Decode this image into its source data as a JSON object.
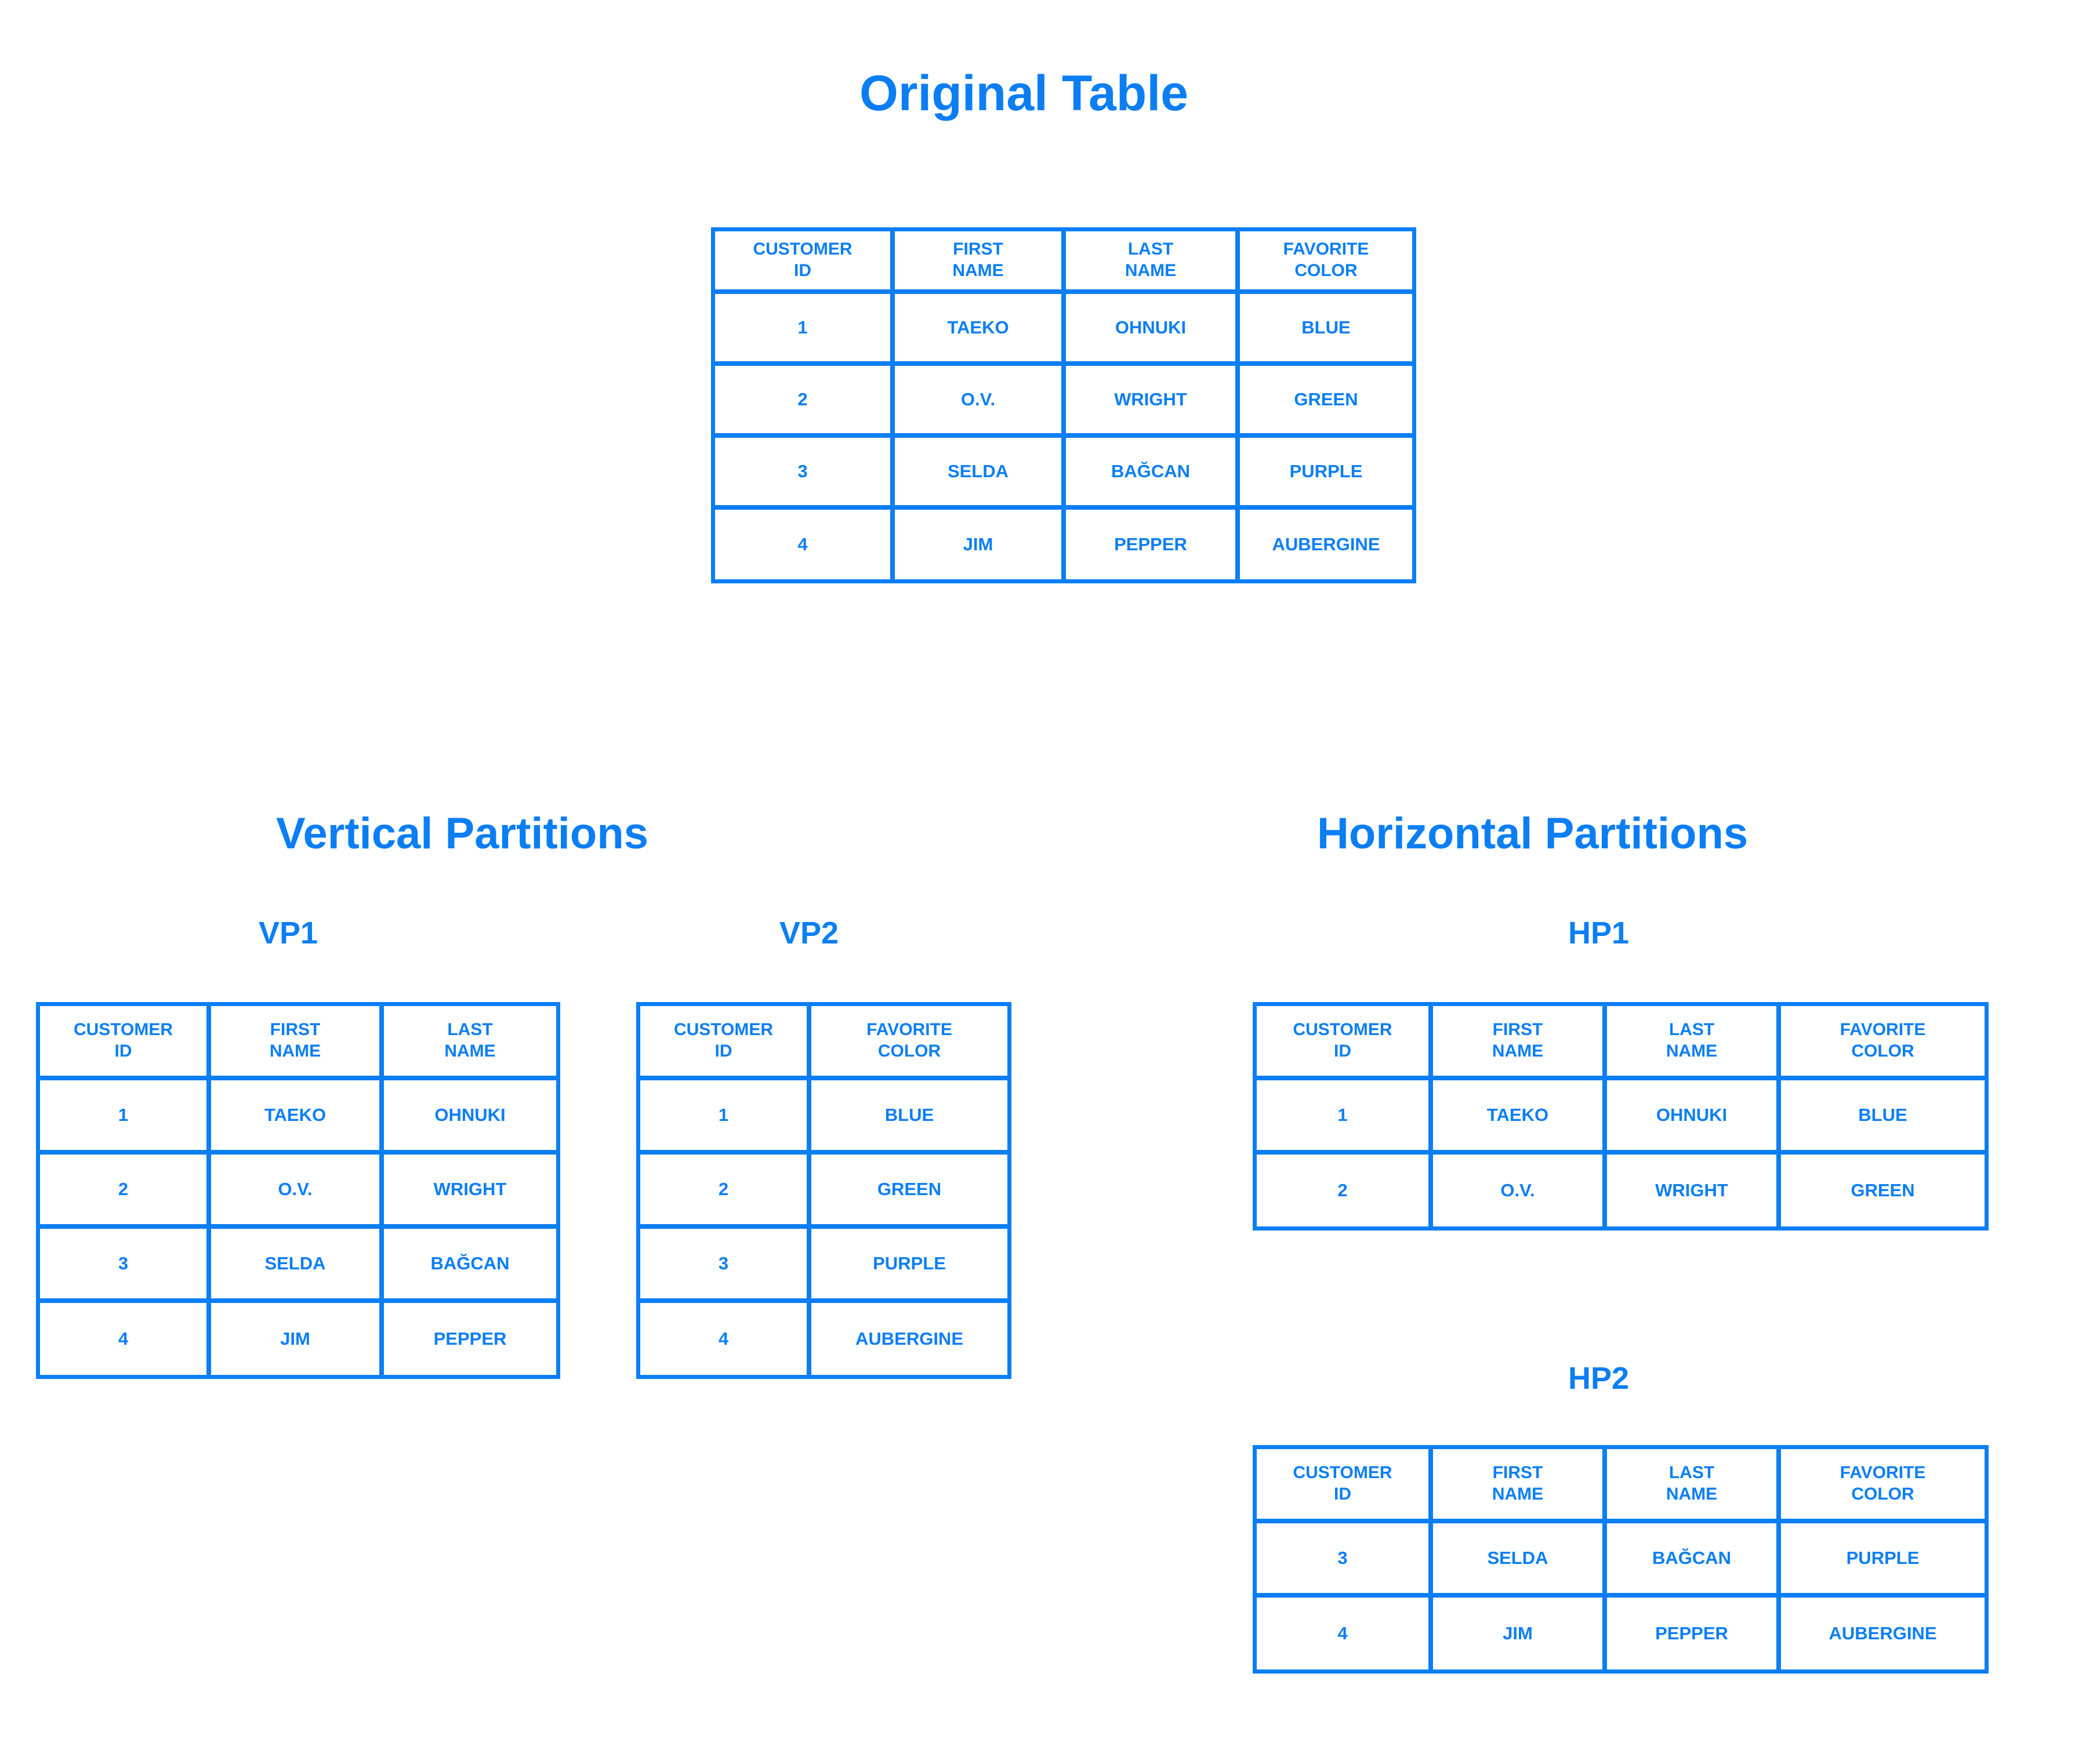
{
  "titles": {
    "main": "Original Table",
    "vertical_section": "Vertical Partitions",
    "horizontal_section": "Horizontal Partitions",
    "vp1": "VP1",
    "vp2": "VP2",
    "hp1": "HP1",
    "hp2": "HP2"
  },
  "colors": {
    "accent": "#0b7ef4",
    "background": "#ffffff",
    "text": "#0b7ef4",
    "border": "#0b7ef4"
  },
  "chart_data": {
    "type": "table",
    "title": "Original Table",
    "tables": [
      {
        "name": "Original Table",
        "columns": [
          "CUSTOMER\nID",
          "FIRST\nNAME",
          "LAST\nNAME",
          "FAVORITE\nCOLOR"
        ],
        "rows": [
          [
            "1",
            "TAEKO",
            "OHNUKI",
            "BLUE"
          ],
          [
            "2",
            "O.V.",
            "WRIGHT",
            "GREEN"
          ],
          [
            "3",
            "SELDA",
            "BAĞCAN",
            "PURPLE"
          ],
          [
            "4",
            "JIM",
            "PEPPER",
            "AUBERGINE"
          ]
        ]
      },
      {
        "name": "VP1",
        "columns": [
          "CUSTOMER\nID",
          "FIRST\nNAME",
          "LAST\nNAME"
        ],
        "rows": [
          [
            "1",
            "TAEKO",
            "OHNUKI"
          ],
          [
            "2",
            "O.V.",
            "WRIGHT"
          ],
          [
            "3",
            "SELDA",
            "BAĞCAN"
          ],
          [
            "4",
            "JIM",
            "PEPPER"
          ]
        ]
      },
      {
        "name": "VP2",
        "columns": [
          "CUSTOMER\nID",
          "FAVORITE\nCOLOR"
        ],
        "rows": [
          [
            "1",
            "BLUE"
          ],
          [
            "2",
            "GREEN"
          ],
          [
            "3",
            "PURPLE"
          ],
          [
            "4",
            "AUBERGINE"
          ]
        ]
      },
      {
        "name": "HP1",
        "columns": [
          "CUSTOMER\nID",
          "FIRST\nNAME",
          "LAST\nNAME",
          "FAVORITE\nCOLOR"
        ],
        "rows": [
          [
            "1",
            "TAEKO",
            "OHNUKI",
            "BLUE"
          ],
          [
            "2",
            "O.V.",
            "WRIGHT",
            "GREEN"
          ]
        ]
      },
      {
        "name": "HP2",
        "columns": [
          "CUSTOMER\nID",
          "FIRST\nNAME",
          "LAST\nNAME",
          "FAVORITE\nCOLOR"
        ],
        "rows": [
          [
            "3",
            "SELDA",
            "BAĞCAN",
            "PURPLE"
          ],
          [
            "4",
            "JIM",
            "PEPPER",
            "AUBERGINE"
          ]
        ]
      }
    ]
  }
}
